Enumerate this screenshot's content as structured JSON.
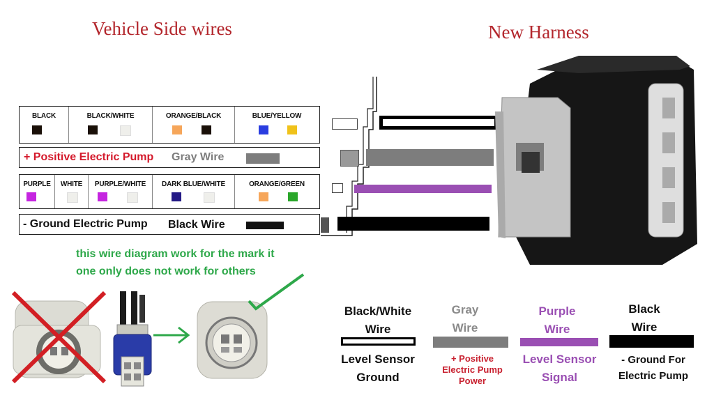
{
  "titles": {
    "vehicle_side": "Vehicle Side wires",
    "new_harness": "New Harness"
  },
  "vehicle_rows": {
    "row1": [
      {
        "label": "BLACK",
        "colors": [
          "#1a1008"
        ]
      },
      {
        "label": "BLACK/WHITE",
        "colors": [
          "#1a1008",
          "#efefeb"
        ]
      },
      {
        "label": "ORANGE/BLACK",
        "colors": [
          "#f6a65a",
          "#1a1008"
        ]
      },
      {
        "label": "BLUE/YELLOW",
        "colors": [
          "#2a3de0",
          "#f0c21a"
        ]
      }
    ],
    "row2": {
      "positive": "+ Positive Electric Pump",
      "gray": "Gray Wire",
      "positive_color": "#d4192b",
      "gray_color": "#7d7d7d",
      "swatch": "#7d7d7d"
    },
    "row3": [
      {
        "label": "PURPLE",
        "colors": [
          "#c525e0"
        ]
      },
      {
        "label": "WHITE",
        "colors": [
          "#efefeb"
        ]
      },
      {
        "label": "PURPLE/WHITE",
        "colors": [
          "#c525e0",
          "#efefeb"
        ]
      },
      {
        "label": "DARK BLUE/WHITE",
        "colors": [
          "#241a86",
          "#efefeb"
        ]
      },
      {
        "label": "ORANGE/GREEN",
        "colors": [
          "#f6a65a",
          "#2aa62a"
        ]
      }
    ],
    "row4": {
      "ground": "- Ground Electric Pump",
      "black": "Black Wire",
      "swatch": "#111111"
    }
  },
  "harness_wires": [
    {
      "name": "black-white",
      "color": "#000000",
      "inner": "#ffffff"
    },
    {
      "name": "gray",
      "color": "#7d7d7d"
    },
    {
      "name": "purple",
      "color": "#9a4fb3"
    },
    {
      "name": "black",
      "color": "#000000"
    }
  ],
  "note": {
    "line1": "this wire diagram work for the mark it",
    "line2": "one only does not work for others",
    "color": "#2ea84a"
  },
  "legend": [
    {
      "title1": "Black/White",
      "title2": "Wire",
      "title_color": "#111111",
      "sub1": "Level Sensor",
      "sub2": "Ground",
      "sub_color": "#111111"
    },
    {
      "title1": "Gray",
      "title2": "Wire",
      "title_color": "#8a8a8a",
      "sub1": "+ Positive",
      "sub2": "Electric Pump",
      "sub3": "Power",
      "sub_color": "#c8202f"
    },
    {
      "title1": "Purple",
      "title2": "Wire",
      "title_color": "#9a4fb3",
      "sub1": "Level Sensor",
      "sub2": "Signal",
      "sub_color": "#9a4fb3"
    },
    {
      "title1": "Black",
      "title2": "Wire",
      "title_color": "#111111",
      "sub1": "- Ground For",
      "sub2": "Electric Pump",
      "sub_color": "#111111"
    }
  ],
  "icons": [
    "x-mark-icon",
    "arrow-right-icon",
    "check-mark-icon",
    "connector-icon"
  ]
}
